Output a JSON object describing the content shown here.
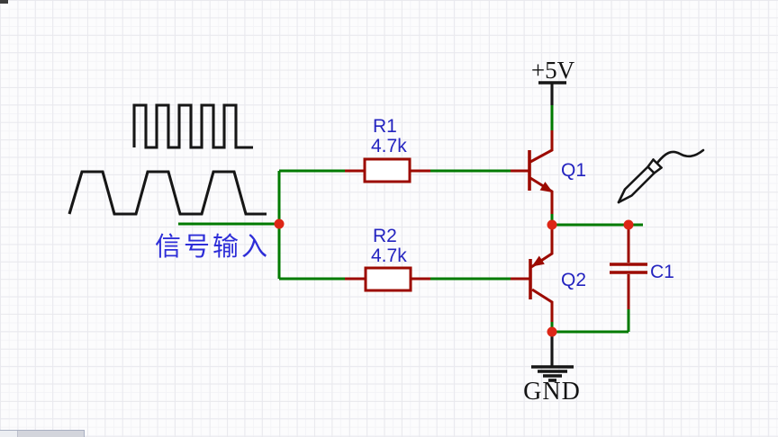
{
  "schematic": {
    "power_label": "+5V",
    "ground_label": "GND",
    "input_label": "信号输入",
    "components": [
      {
        "designator": "R1",
        "value": "4.7k",
        "type": "resistor"
      },
      {
        "designator": "R2",
        "value": "4.7k",
        "type": "resistor"
      },
      {
        "designator": "Q1",
        "value": "",
        "type": "npn-transistor"
      },
      {
        "designator": "Q2",
        "value": "",
        "type": "pnp-transistor"
      },
      {
        "designator": "C1",
        "value": "",
        "type": "capacitor"
      }
    ],
    "annotations": {
      "waveforms": [
        "square-wave",
        "trapezoid-wave"
      ],
      "probe": "test-probe-icon"
    },
    "colors": {
      "wire": "#007A00",
      "comp": "#9C0A00",
      "junction": "#DD2616",
      "label": "#2424C0",
      "label_cn": "#2E2ED8",
      "ink": "#161616"
    }
  }
}
